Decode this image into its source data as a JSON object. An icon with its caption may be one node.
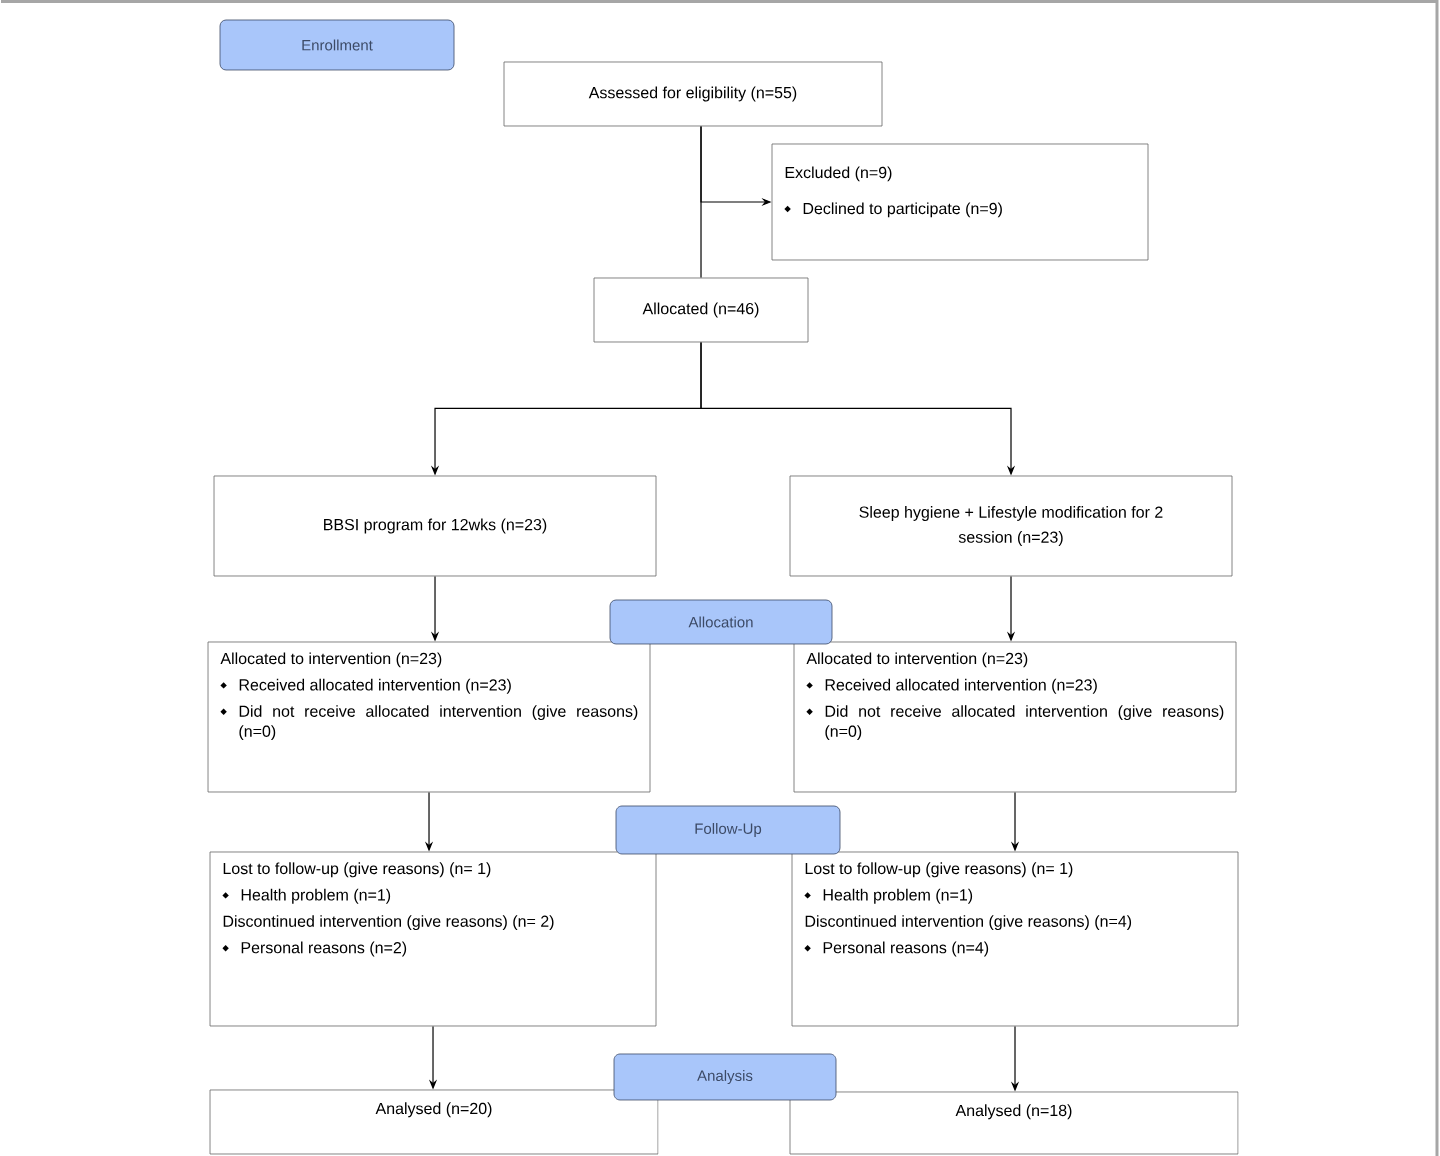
{
  "diagram": {
    "nodes": [
      {
        "text": [
          "Enrollment"
        ]
      },
      {
        "text": [
          "Assessed for eligibility (n=55)"
        ]
      },
      {
        "text": [
          "Excluded (n=9)",
          "Declined to participate (n=9)"
        ]
      },
      {
        "text": [
          "Allocated (n=46)"
        ]
      },
      {
        "text": [
          "BBSI program for 12wks (n=23)"
        ]
      },
      {
        "text": [
          "Sleep hygiene + Lifestyle modification for 2 session (n=23)"
        ]
      },
      {
        "text": [
          "Allocation"
        ]
      },
      {
        "text": [
          "Allocated to intervention (n=23)",
          "Received allocated intervention (n=23)",
          "Did not receive allocated intervention (give reasons) (n=0)"
        ]
      },
      {
        "text": [
          "Allocated to intervention (n=23)",
          "Received allocated intervention (n=23)",
          "Did not receive allocated intervention (give reasons) (n=0)"
        ]
      },
      {
        "text": [
          "Follow-Up"
        ]
      },
      {
        "text": [
          "Lost to follow-up (give reasons) (n= 1)",
          "Health problem (n=1)",
          "Discontinued intervention (give reasons) (n= 2)",
          "Personal reasons (n=2)"
        ]
      },
      {
        "text": [
          "Lost to follow-up (give reasons) (n= 1)",
          "Health problem (n=1)",
          "Discontinued intervention (give reasons) (n=4)",
          "Personal reasons (n=4)"
        ]
      },
      {
        "text": [
          "Analysis"
        ]
      },
      {
        "text": [
          "Analysed (n=20)"
        ]
      },
      {
        "text": [
          "Analysed (n=18)"
        ]
      }
    ],
    "edges": [
      {
        "from": 1,
        "to": 3,
        "arrow": "none"
      },
      {
        "from": 1,
        "to": 2,
        "arrow": "to"
      },
      {
        "from": 3,
        "to": 4,
        "arrow": "to"
      },
      {
        "from": 3,
        "to": 5,
        "arrow": "to"
      },
      {
        "from": 4,
        "to": 7,
        "arrow": "to"
      },
      {
        "from": 5,
        "to": 8,
        "arrow": "to"
      },
      {
        "from": 7,
        "to": 10,
        "arrow": "to"
      },
      {
        "from": 8,
        "to": 11,
        "arrow": "to"
      },
      {
        "from": 10,
        "to": 13,
        "arrow": "to"
      },
      {
        "from": 11,
        "to": 14,
        "arrow": "to"
      }
    ]
  }
}
